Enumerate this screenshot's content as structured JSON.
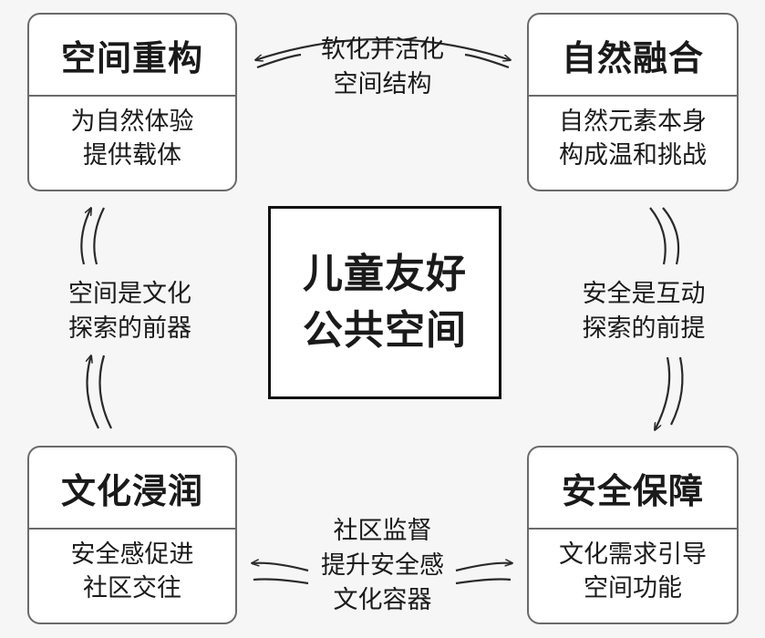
{
  "center": {
    "line1": "儿童友好",
    "line2": "公共空间"
  },
  "boxes": {
    "top_left": {
      "title": "空间重构",
      "line1": "为自然体验",
      "line2": "提供载体"
    },
    "top_right": {
      "title": "自然融合",
      "line1": "自然元素本身",
      "line2": "构成温和挑战"
    },
    "bottom_left": {
      "title": "文化浸润",
      "line1": "安全感促进",
      "line2": "社区交往"
    },
    "bottom_right": {
      "title": "安全保障",
      "line1": "文化需求引导",
      "line2": "空间功能"
    }
  },
  "links": {
    "top": {
      "line1": "软化并活化",
      "line2": "空间结构"
    },
    "left": {
      "line1": "空间是文化",
      "line2": "探索的前器"
    },
    "right": {
      "line1": "安全是互动",
      "line2": "探索的前提"
    },
    "bottom": {
      "line1": "社区监督",
      "line2": "提升安全感",
      "line3": "文化容器"
    }
  },
  "colors": {
    "box_border": "#6a6a6a",
    "center_border": "#111111",
    "background": "#f6f6f6",
    "arrow": "#2a2a2a"
  }
}
